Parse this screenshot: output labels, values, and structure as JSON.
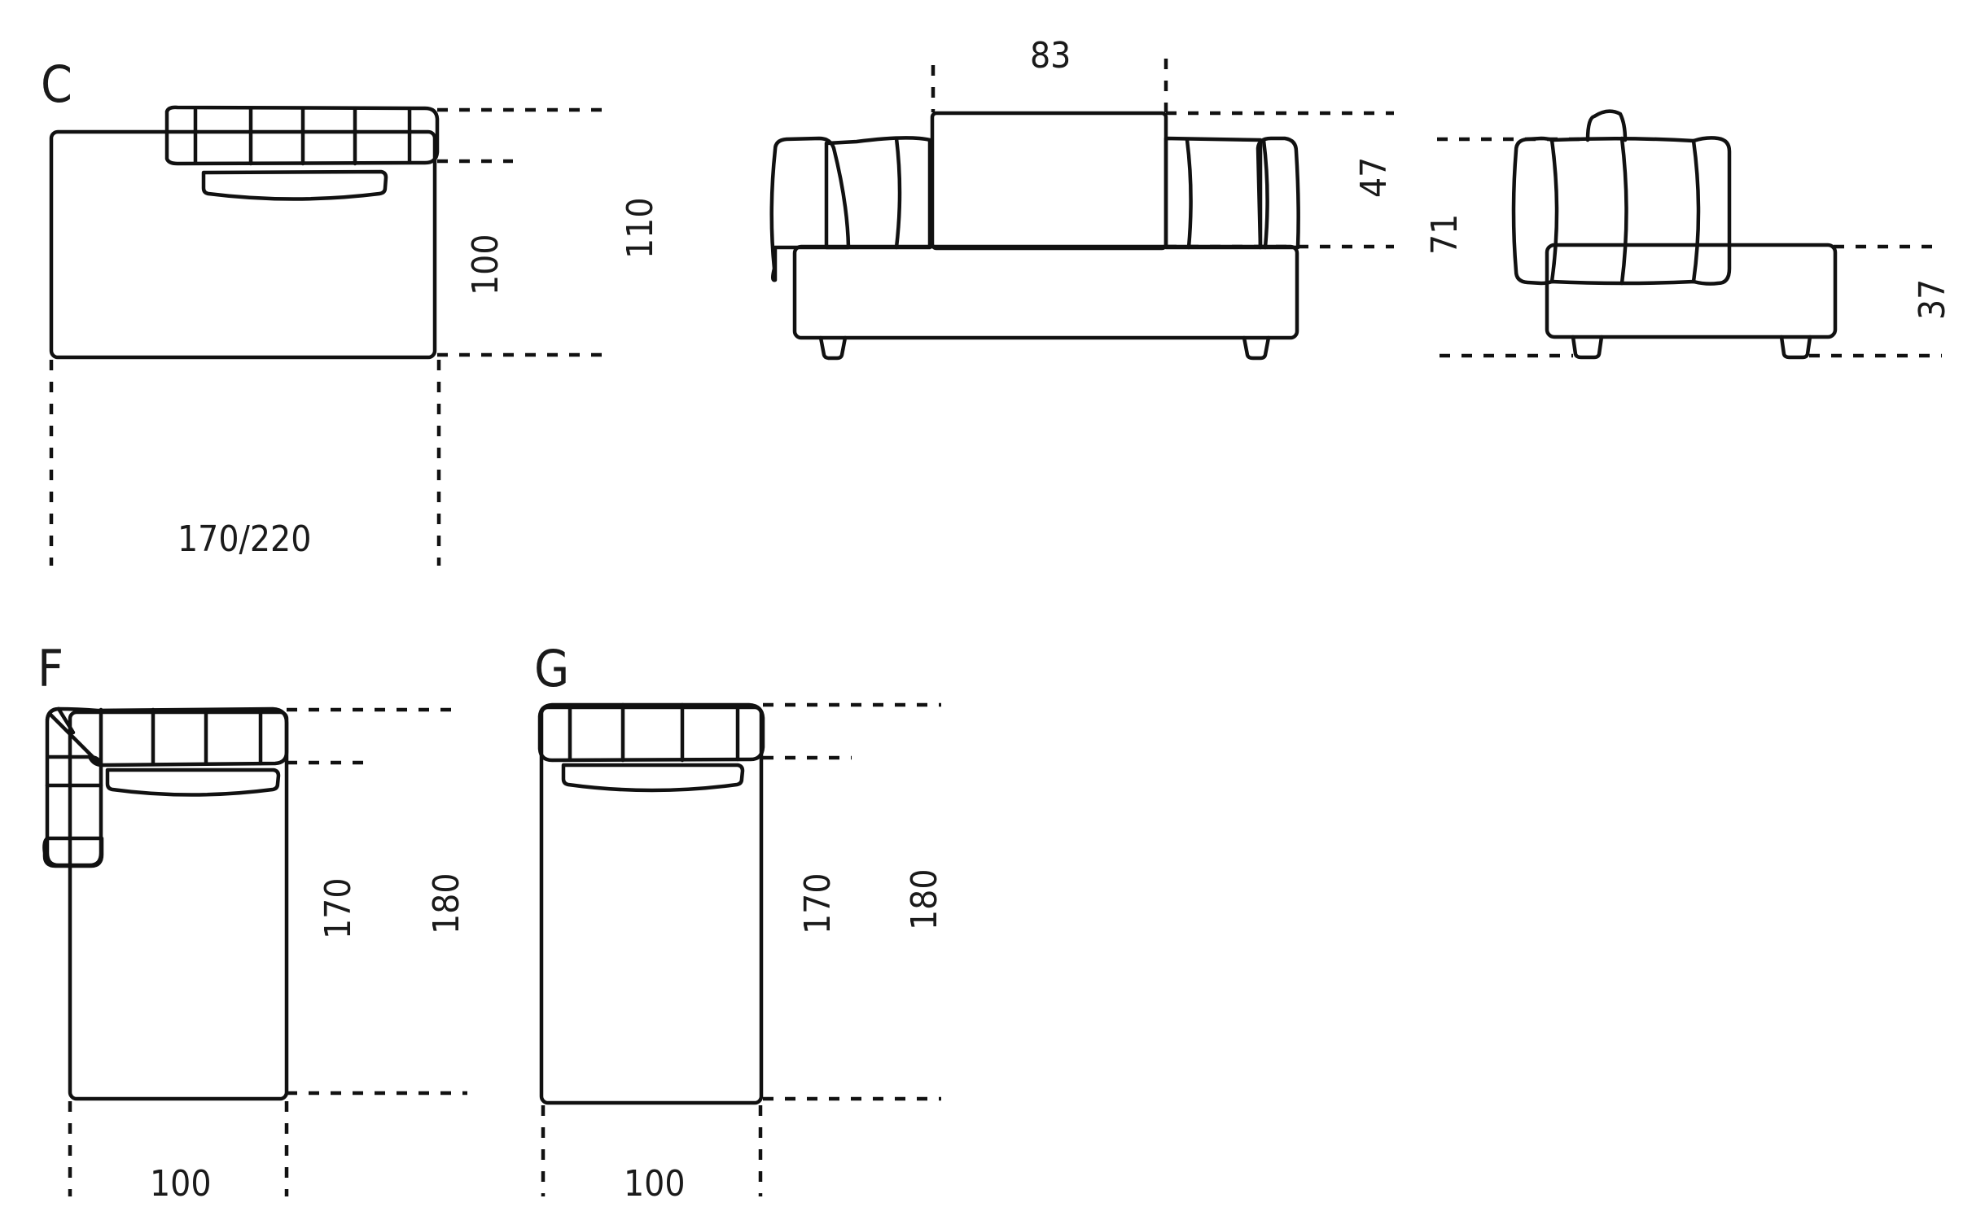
{
  "modules": {
    "c": {
      "letter": "C",
      "inner_depth": "100",
      "outer_depth": "110",
      "width": "170/220"
    },
    "f": {
      "letter": "F",
      "inner_length": "170",
      "outer_length": "180",
      "width": "100"
    },
    "g": {
      "letter": "G",
      "inner_length": "170",
      "outer_length": "180",
      "width": "100"
    }
  },
  "front_view": {
    "cushion_width": "83",
    "cushion_height": "47",
    "total_height": "71"
  },
  "side_view": {
    "seat_height": "37"
  }
}
